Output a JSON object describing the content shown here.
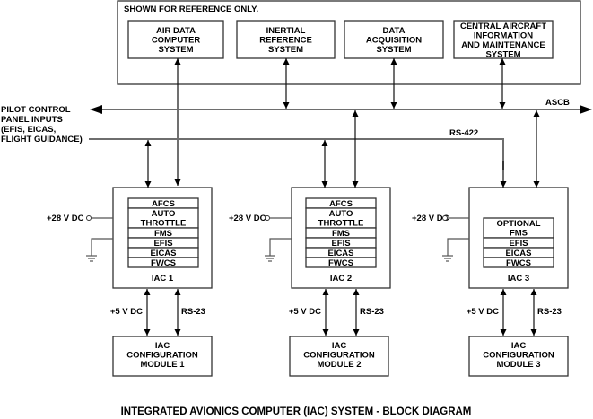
{
  "reference_frame": {
    "label": "SHOWN FOR REFERENCE ONLY.",
    "systems": [
      {
        "lines": [
          "AIR DATA",
          "COMPUTER",
          "SYSTEM"
        ]
      },
      {
        "lines": [
          "INERTIAL",
          "REFERENCE",
          "SYSTEM"
        ]
      },
      {
        "lines": [
          "DATA",
          "ACQUISITION",
          "SYSTEM"
        ]
      },
      {
        "lines": [
          "CENTRAL AIRCRAFT",
          "INFORMATION",
          "AND MAINTENANCE",
          "SYSTEM"
        ]
      }
    ]
  },
  "buses": {
    "ascb_label": "ASCB",
    "rs422_label": "RS-422",
    "pilot_inputs_lines": [
      "PILOT CONTROL",
      "PANEL INPUTS",
      "(EFIS, EICAS,",
      "FLIGHT GUIDANCE)"
    ]
  },
  "iacs": [
    {
      "name": "IAC 1",
      "power_label": "+28 V DC",
      "functions": [
        [
          "AFCS"
        ],
        [
          "AUTO",
          "THROTTLE"
        ],
        [
          "FMS"
        ],
        [
          "EFIS"
        ],
        [
          "EICAS"
        ],
        [
          "FWCS"
        ]
      ],
      "config_module": [
        "IAC",
        "CONFIGURATION",
        "MODULE 1"
      ],
      "link_power_label": "+5 V DC",
      "link_data_label": "RS-23"
    },
    {
      "name": "IAC 2",
      "power_label": "+28 V DC",
      "functions": [
        [
          "AFCS"
        ],
        [
          "AUTO",
          "THROTTLE"
        ],
        [
          "FMS"
        ],
        [
          "EFIS"
        ],
        [
          "EICAS"
        ],
        [
          "FWCS"
        ]
      ],
      "config_module": [
        "IAC",
        "CONFIGURATION",
        "MODULE 2"
      ],
      "link_power_label": "+5 V DC",
      "link_data_label": "RS-23"
    },
    {
      "name": "IAC 3",
      "power_label": "+28 V DC",
      "functions": [
        [
          "OPTIONAL",
          "FMS"
        ],
        [
          "EFIS"
        ],
        [
          "EICAS"
        ],
        [
          "FWCS"
        ]
      ],
      "config_module": [
        "IAC",
        "CONFIGURATION",
        "MODULE 3"
      ],
      "link_power_label": "+5 V DC",
      "link_data_label": "RS-23"
    }
  ],
  "caption": "INTEGRATED AVIONICS COMPUTER (IAC) SYSTEM - BLOCK DIAGRAM"
}
